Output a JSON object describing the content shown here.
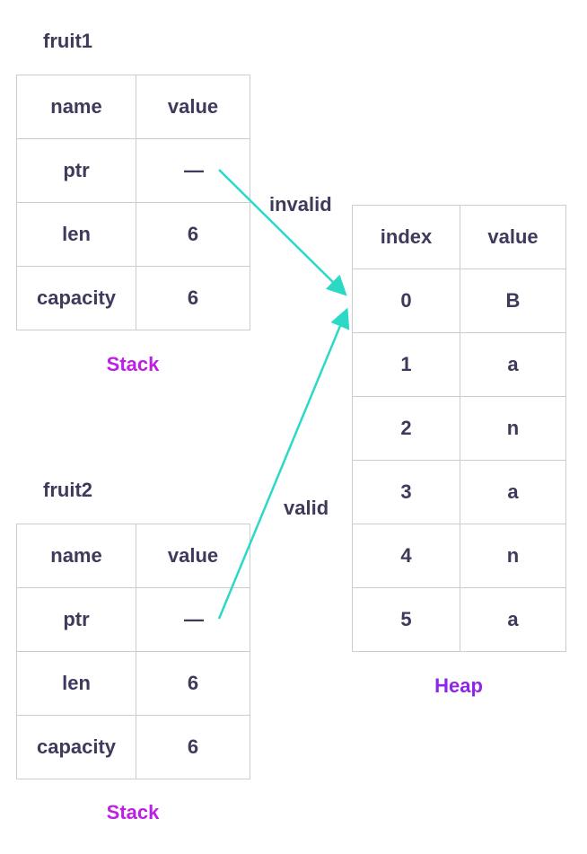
{
  "colors": {
    "text": "#3d3a5c",
    "border": "#cccccc",
    "arrow": "#2bd9c6",
    "stack_label": "#bd20e3",
    "heap_label": "#8e26ea",
    "background": "#ffffff"
  },
  "fruit1": {
    "title": "fruit1",
    "headers": [
      "name",
      "value"
    ],
    "rows": [
      [
        "ptr",
        "—"
      ],
      [
        "len",
        "6"
      ],
      [
        "capacity",
        "6"
      ]
    ],
    "caption": "Stack"
  },
  "fruit2": {
    "title": "fruit2",
    "headers": [
      "name",
      "value"
    ],
    "rows": [
      [
        "ptr",
        "—"
      ],
      [
        "len",
        "6"
      ],
      [
        "capacity",
        "6"
      ]
    ],
    "caption": "Stack"
  },
  "heap": {
    "headers": [
      "index",
      "value"
    ],
    "rows": [
      [
        "0",
        "B"
      ],
      [
        "1",
        "a"
      ],
      [
        "2",
        "n"
      ],
      [
        "3",
        "a"
      ],
      [
        "4",
        "n"
      ],
      [
        "5",
        "a"
      ]
    ],
    "caption": "Heap"
  },
  "arrows": [
    {
      "label": "invalid"
    },
    {
      "label": "valid"
    }
  ]
}
